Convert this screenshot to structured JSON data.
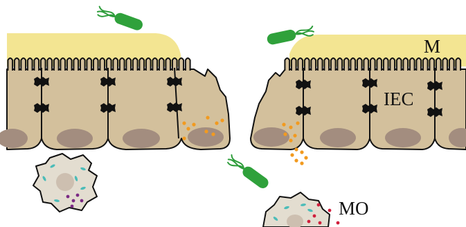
{
  "labels": {
    "mucus": "M",
    "epithelium": "IEC",
    "immune_cell": "MO"
  },
  "colors": {
    "mucus": "#f3e592",
    "cell_body": "#d3c09c",
    "nucleus": "#a38d7f",
    "outline": "#111111",
    "bacterium": "#2fa13b",
    "flagella": "#2e9d3b",
    "immune_cell": "#e3ddd0",
    "immune_nucleus": "#cdbfb0",
    "granule_teal": "#4bbcb8",
    "granule_purple": "#7b2a84",
    "granule_red": "#d01f3c",
    "particle_orange": "#f29a1f",
    "junction": "#111111"
  },
  "icons": {
    "bacterium": "bacterium-icon",
    "immune_cell": "macrophage-icon",
    "tight_junction": "tight-junction-icon"
  }
}
